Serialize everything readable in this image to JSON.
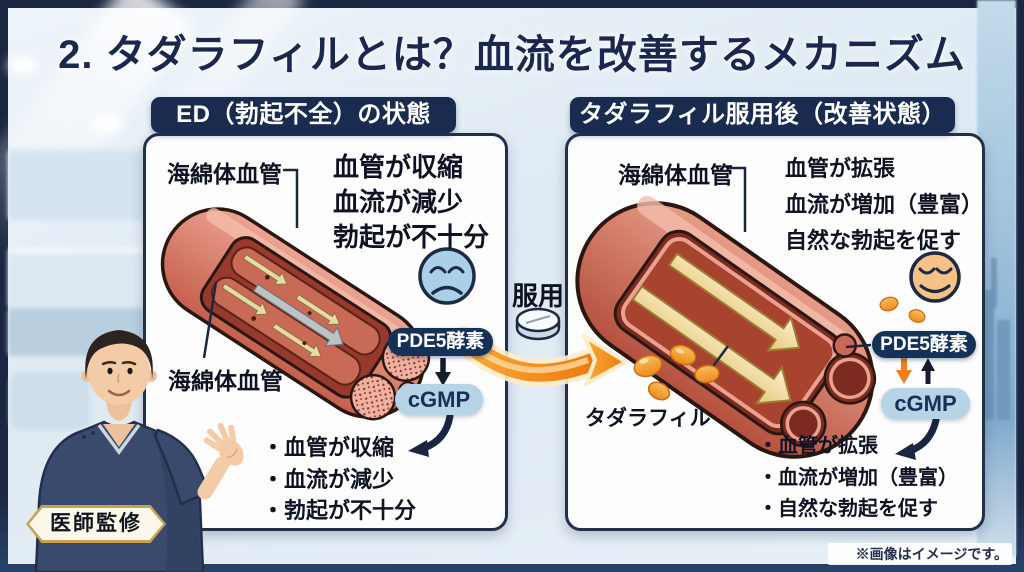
{
  "title": "2. タダラフィルとは？血流を改善するメカニズム",
  "left_panel": {
    "header": "ED（勃起不全）の状態",
    "vessel_label_top": "海綿体血管",
    "vessel_label_bottom": "海綿体血管",
    "symptom_lines": [
      "血管が収縮",
      "血流が減少",
      "勃起が不十分"
    ],
    "pde5_label": "PDE5酵素",
    "cgmp_label": "cGMP",
    "bullets": [
      "・血管が収縮",
      "・血流が減少",
      "・勃起が不十分"
    ]
  },
  "connector": {
    "label": "服用"
  },
  "right_panel": {
    "header": "タダラフィル服用後（改善状態）",
    "vessel_label_top": "海綿体血管",
    "effect_lines": [
      "血管が拡張",
      "血流が増加（豊富）",
      "自然な勃起を促す"
    ],
    "tadalafil_label": "タダラフィル",
    "pde5_label": "PDE5酵素",
    "cgmp_label": "cGMP",
    "bullets": [
      "・血管が拡張",
      "・血流が増加（豊富）",
      "・自然な勃起を促す"
    ]
  },
  "doctor_badge": "医師監修",
  "footnote": "※画像はイメージです。",
  "icons": {
    "sad_face": "sad-face-icon",
    "happy_face": "smiling-face-icon",
    "tablet": "pill-tablet-icon",
    "swoosh_arrow": "orange-arrow-right-icon",
    "tadalafil_pills": "orange-capsule-icon"
  },
  "colors": {
    "frame_navy": "#1b2742",
    "header_navy": "#1a2b50",
    "badge_navy": "#163158",
    "cgmp_blue": "#b7d3e6",
    "accent_orange": "#ef8b1f",
    "vessel_red": "#dd8a78",
    "badge_gold": "#c8a34e",
    "face_sad_blue": "#a9cfe9",
    "face_happy_orange": "#f6c288"
  }
}
